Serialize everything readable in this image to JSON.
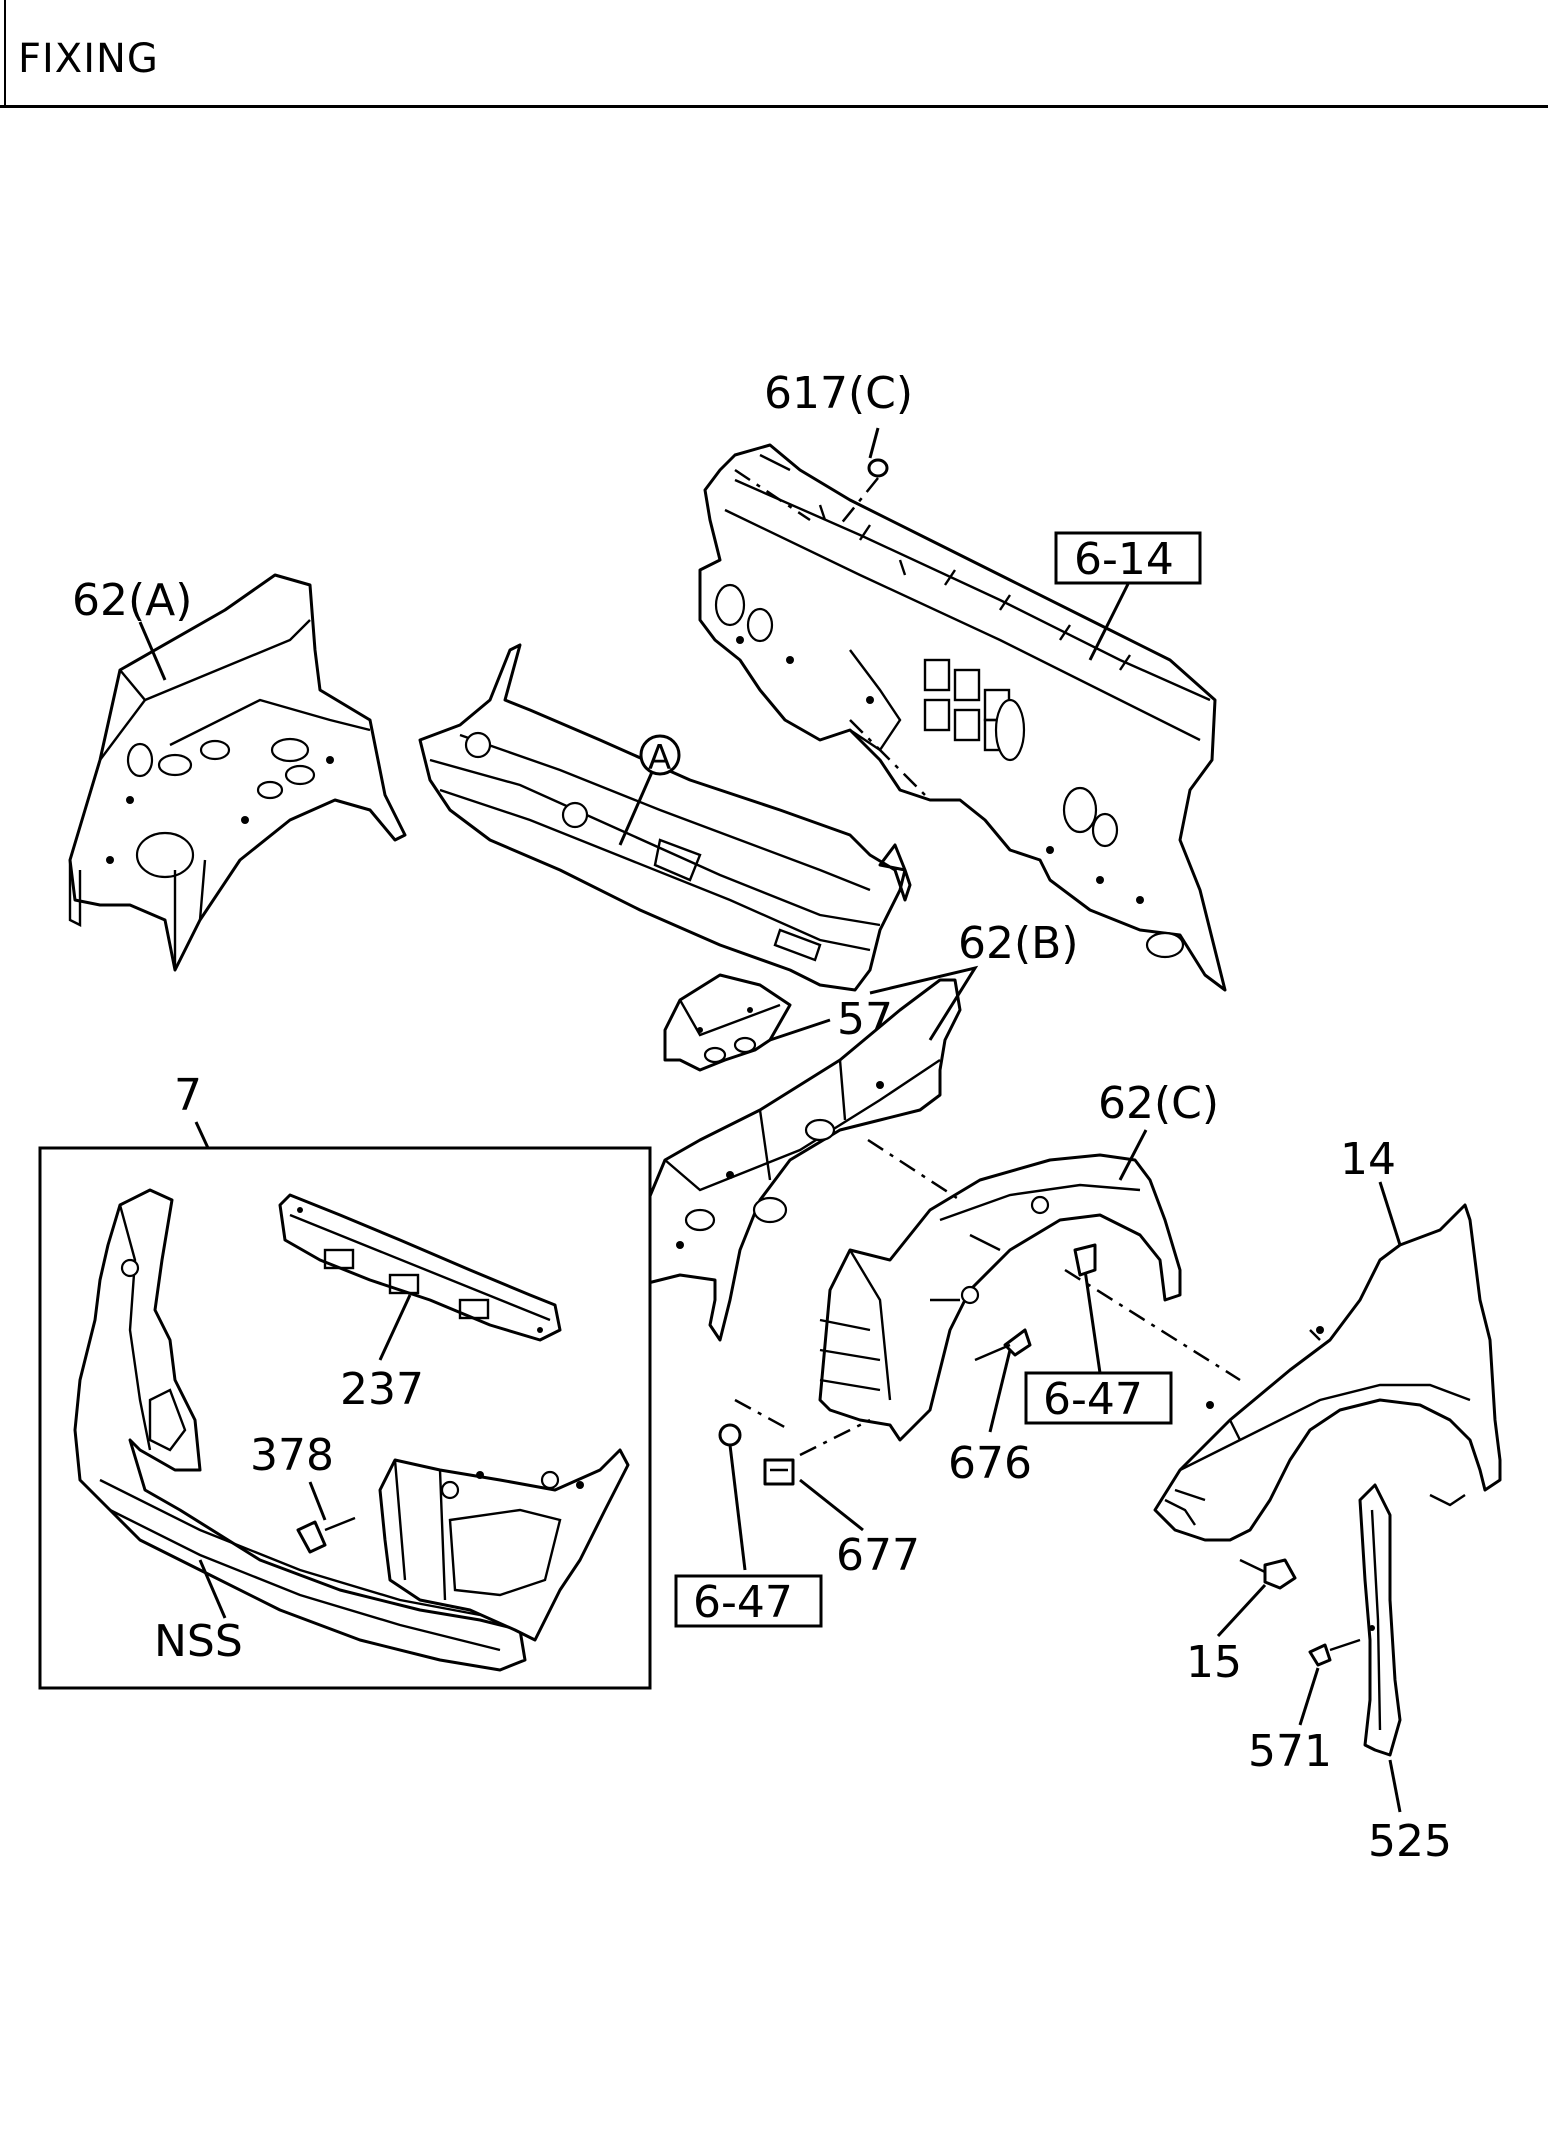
{
  "header": {
    "title": "FIXING"
  },
  "labels": {
    "p617c": "617(C)",
    "p62a": "62(A)",
    "circleA": "A",
    "p62b": "62(B)",
    "p57": "57",
    "p62c": "62(C)",
    "p14": "14",
    "p7": "7",
    "p237": "237",
    "p378": "378",
    "nss": "NSS",
    "p676": "676",
    "p677": "677",
    "p15": "15",
    "p571": "571",
    "p525": "525"
  },
  "refs": {
    "r614": "6-14",
    "r647a": "6-47",
    "r647b": "6-47"
  }
}
